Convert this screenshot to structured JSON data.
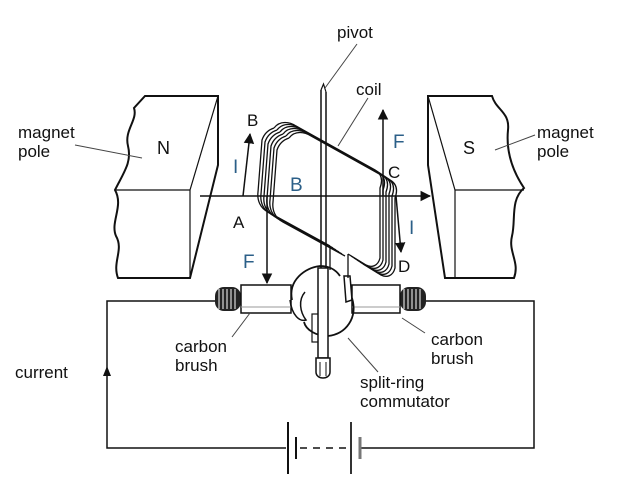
{
  "diagram": {
    "title": "DC electric motor",
    "labels": {
      "pivot": "pivot",
      "coil": "coil",
      "magnet_pole_left": "magnet pole",
      "magnet_pole_left_line1": "magnet",
      "magnet_pole_left_line2": "pole",
      "magnet_pole_right_line1": "magnet",
      "magnet_pole_right_line2": "pole",
      "north": "N",
      "south": "S",
      "carbon_brush_left_line1": "carbon",
      "carbon_brush_left_line2": "brush",
      "carbon_brush_right_line1": "carbon",
      "carbon_brush_right_line2": "brush",
      "commutator_line1": "split-ring",
      "commutator_line2": "commutator",
      "current": "current"
    },
    "vectors": {
      "current_left": "I",
      "current_right": "I",
      "force_left": "F",
      "force_right": "F",
      "field": "B"
    },
    "points": {
      "a": "A",
      "b": "B",
      "c": "C",
      "d": "D"
    },
    "colors": {
      "line": "#111111",
      "vector_label": "#2b5f88",
      "background": "#ffffff"
    }
  }
}
